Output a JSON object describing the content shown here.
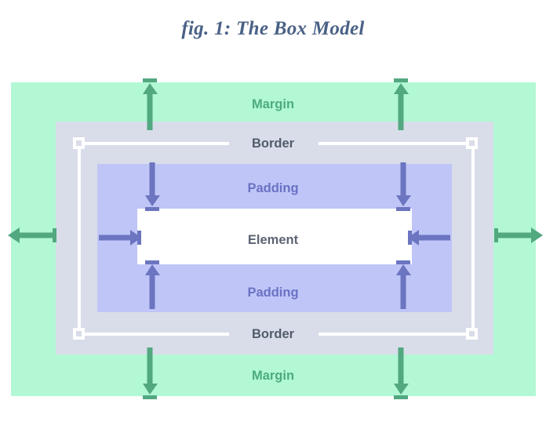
{
  "figure": {
    "title": "fig. 1: The Box Model",
    "caption_number": "1"
  },
  "diagram": {
    "type": "css-box-model",
    "regions": [
      {
        "name": "margin",
        "label": "Margin",
        "color": "#b2f8d5",
        "label_color": "#4cab7f"
      },
      {
        "name": "border",
        "label": "Border",
        "color": "#d9dde9",
        "label_color": "#515c6b"
      },
      {
        "name": "padding",
        "label": "Padding",
        "color": "#bfc5f7",
        "label_color": "#6b72c4"
      },
      {
        "name": "element",
        "label": "Element",
        "color": "#ffffff",
        "label_color": "#5b6474"
      }
    ],
    "labels": {
      "margin_top": "Margin",
      "margin_bottom": "Margin",
      "border_top": "Border",
      "border_bottom": "Border",
      "padding_top": "Padding",
      "padding_bottom": "Padding",
      "element": "Element"
    },
    "colors": {
      "margin_fill": "#b2f8d5",
      "border_fill": "#d9dde9",
      "padding_fill": "#bfc5f7",
      "element_fill": "#ffffff",
      "margin_arrow": "#52a880",
      "padding_arrow": "#6b75c0",
      "guide_line": "#ffffff",
      "title_color": "#4a6186",
      "page_background": "#ffffff"
    },
    "arrows": {
      "margin_icon": "arrow-outward",
      "padding_icon": "arrow-inward",
      "margin_count": 8,
      "padding_count": 8
    },
    "handles": {
      "icon": "resize-handle-square",
      "count": 4
    }
  }
}
